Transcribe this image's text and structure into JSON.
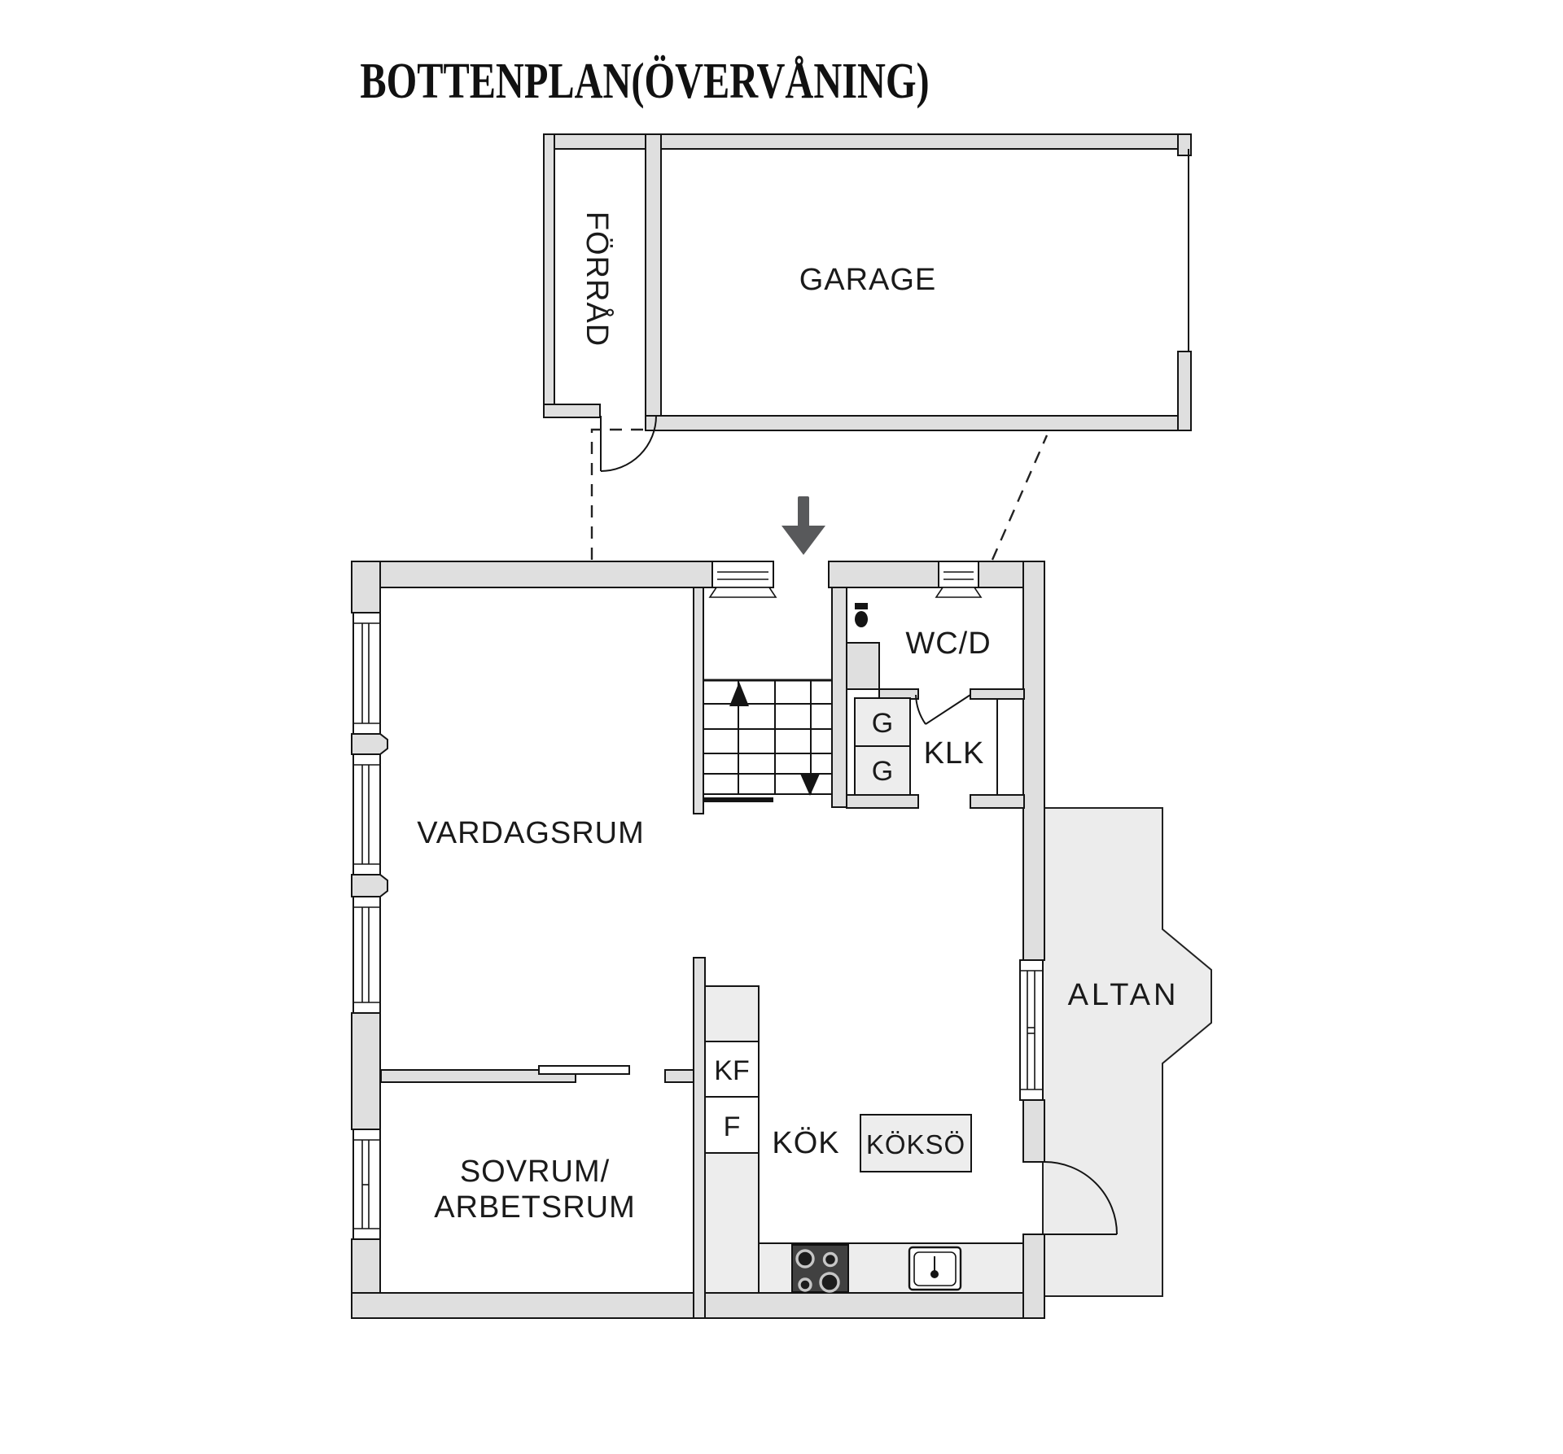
{
  "title": "BOTTENPLAN(ÖVERVÅNING)",
  "rooms": {
    "forrad": "FÖRRÅD",
    "garage": "GARAGE",
    "vardagsrum": "VARDAGSRUM",
    "wc": "WC/D",
    "klk": "KLK",
    "sovrum_line1": "SOVRUM/",
    "sovrum_line2": "ARBETSRUM",
    "kok": "KÖK",
    "kokso": "KÖKSÖ",
    "altan": "ALTAN"
  },
  "closets": {
    "g_top": "G",
    "g_bottom": "G",
    "kf": "KF",
    "f": "F"
  },
  "colors": {
    "wall": "#dfdfdf",
    "altan": "#ececec",
    "cabinet": "#ededed",
    "line": "#141414",
    "arrow": "#58595b"
  }
}
